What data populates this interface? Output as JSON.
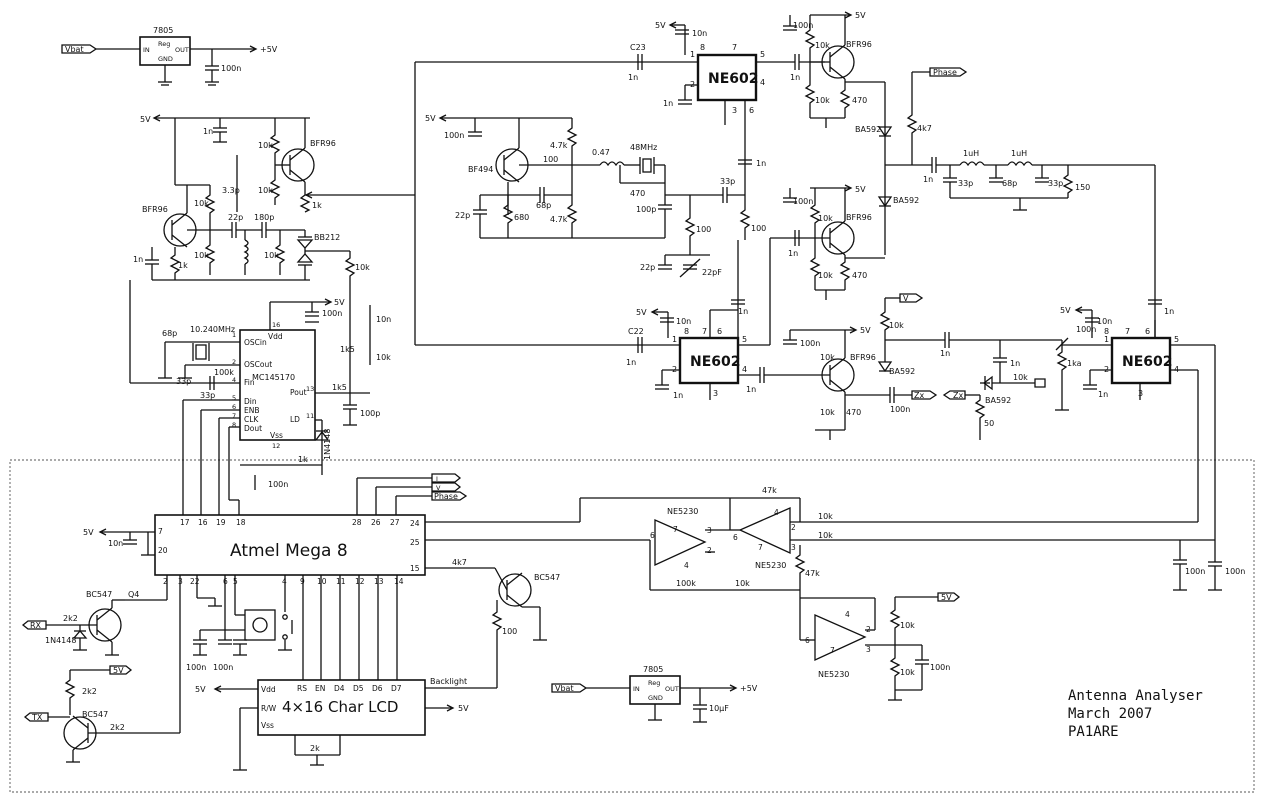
{
  "labels": {
    "vbat1": "Vbat",
    "vbat2": "Vbat",
    "reg1_part": "7805",
    "reg2_part": "7805",
    "reg_in": "IN",
    "reg_out": "OUT",
    "reg_gnd": "GND",
    "reg_name": "Reg",
    "plus5v": "+5V",
    "fivev": "5V",
    "c100n": "100n",
    "c10n": "10n",
    "c1n": "1n",
    "c22p": "22p",
    "c33p": "33p",
    "c68p": "68p",
    "c180p": "180p",
    "c3p3": "3.3p",
    "c100p": "100p",
    "c10uf": "10µF",
    "c22pf": "22pF",
    "r10k": "10k",
    "r1k": "1k",
    "r4k7a": "4.7k",
    "r4k7": "4k7",
    "r100": "100",
    "r680": "680",
    "r470": "470",
    "r150": "150",
    "r2k2": "2k2",
    "r47k": "47k",
    "r100k": "100k",
    "r1k5": "1k5",
    "r2k": "2k",
    "r50": "50",
    "r1ka": "1ka",
    "l047": "0.47",
    "l1uh": "1uH",
    "bfr96": "BFR96",
    "bf494": "BF494",
    "bc547": "BC547",
    "q4": "Q4",
    "bb212": "BB212",
    "ba592": "BA592",
    "n4148": "1N4148",
    "xtal48": "48MHz",
    "xtal10": "10.240MHz",
    "ne602": "NE602",
    "ne5230": "NE5230",
    "mc145170": "MC145170",
    "c23": "C23",
    "c22": "C22",
    "atmel": "Atmel Mega 8",
    "lcd": "4×16 Char LCD",
    "backlight": "Backlight",
    "phase": "Phase",
    "sig_i": "I",
    "sig_v": "V",
    "sig_zx": "Zx",
    "rx": "RX",
    "tx": "TX",
    "pll_pins": {
      "oscin": "OSCin",
      "oscout": "OSCout",
      "vdd": "Vdd",
      "fin": "Fin",
      "din": "Din",
      "enb": "ENB",
      "clk": "CLK",
      "dout": "Dout",
      "vss": "Vss",
      "pout": "Pout",
      "ld": "LD"
    },
    "lcd_pins": {
      "vdd": "Vdd",
      "rw": "R/W",
      "vss": "Vss",
      "rs": "RS",
      "en": "EN",
      "d4": "D4",
      "d5": "D5",
      "d6": "D6",
      "d7": "D7"
    },
    "n": {
      "1": "1",
      "2": "2",
      "3": "3",
      "4": "4",
      "5": "5",
      "6": "6",
      "7": "7",
      "8": "8",
      "9": "9",
      "10": "10",
      "11": "11",
      "12": "12",
      "13": "13",
      "14": "14",
      "15": "15",
      "16": "16",
      "17": "17",
      "18": "18",
      "19": "19",
      "20": "20",
      "22": "22",
      "24": "24",
      "25": "25",
      "26": "26",
      "27": "27",
      "28": "28"
    }
  },
  "note": {
    "line1": "Antenna Analyser",
    "line2": "March 2007",
    "line3": "PA1ARE"
  }
}
